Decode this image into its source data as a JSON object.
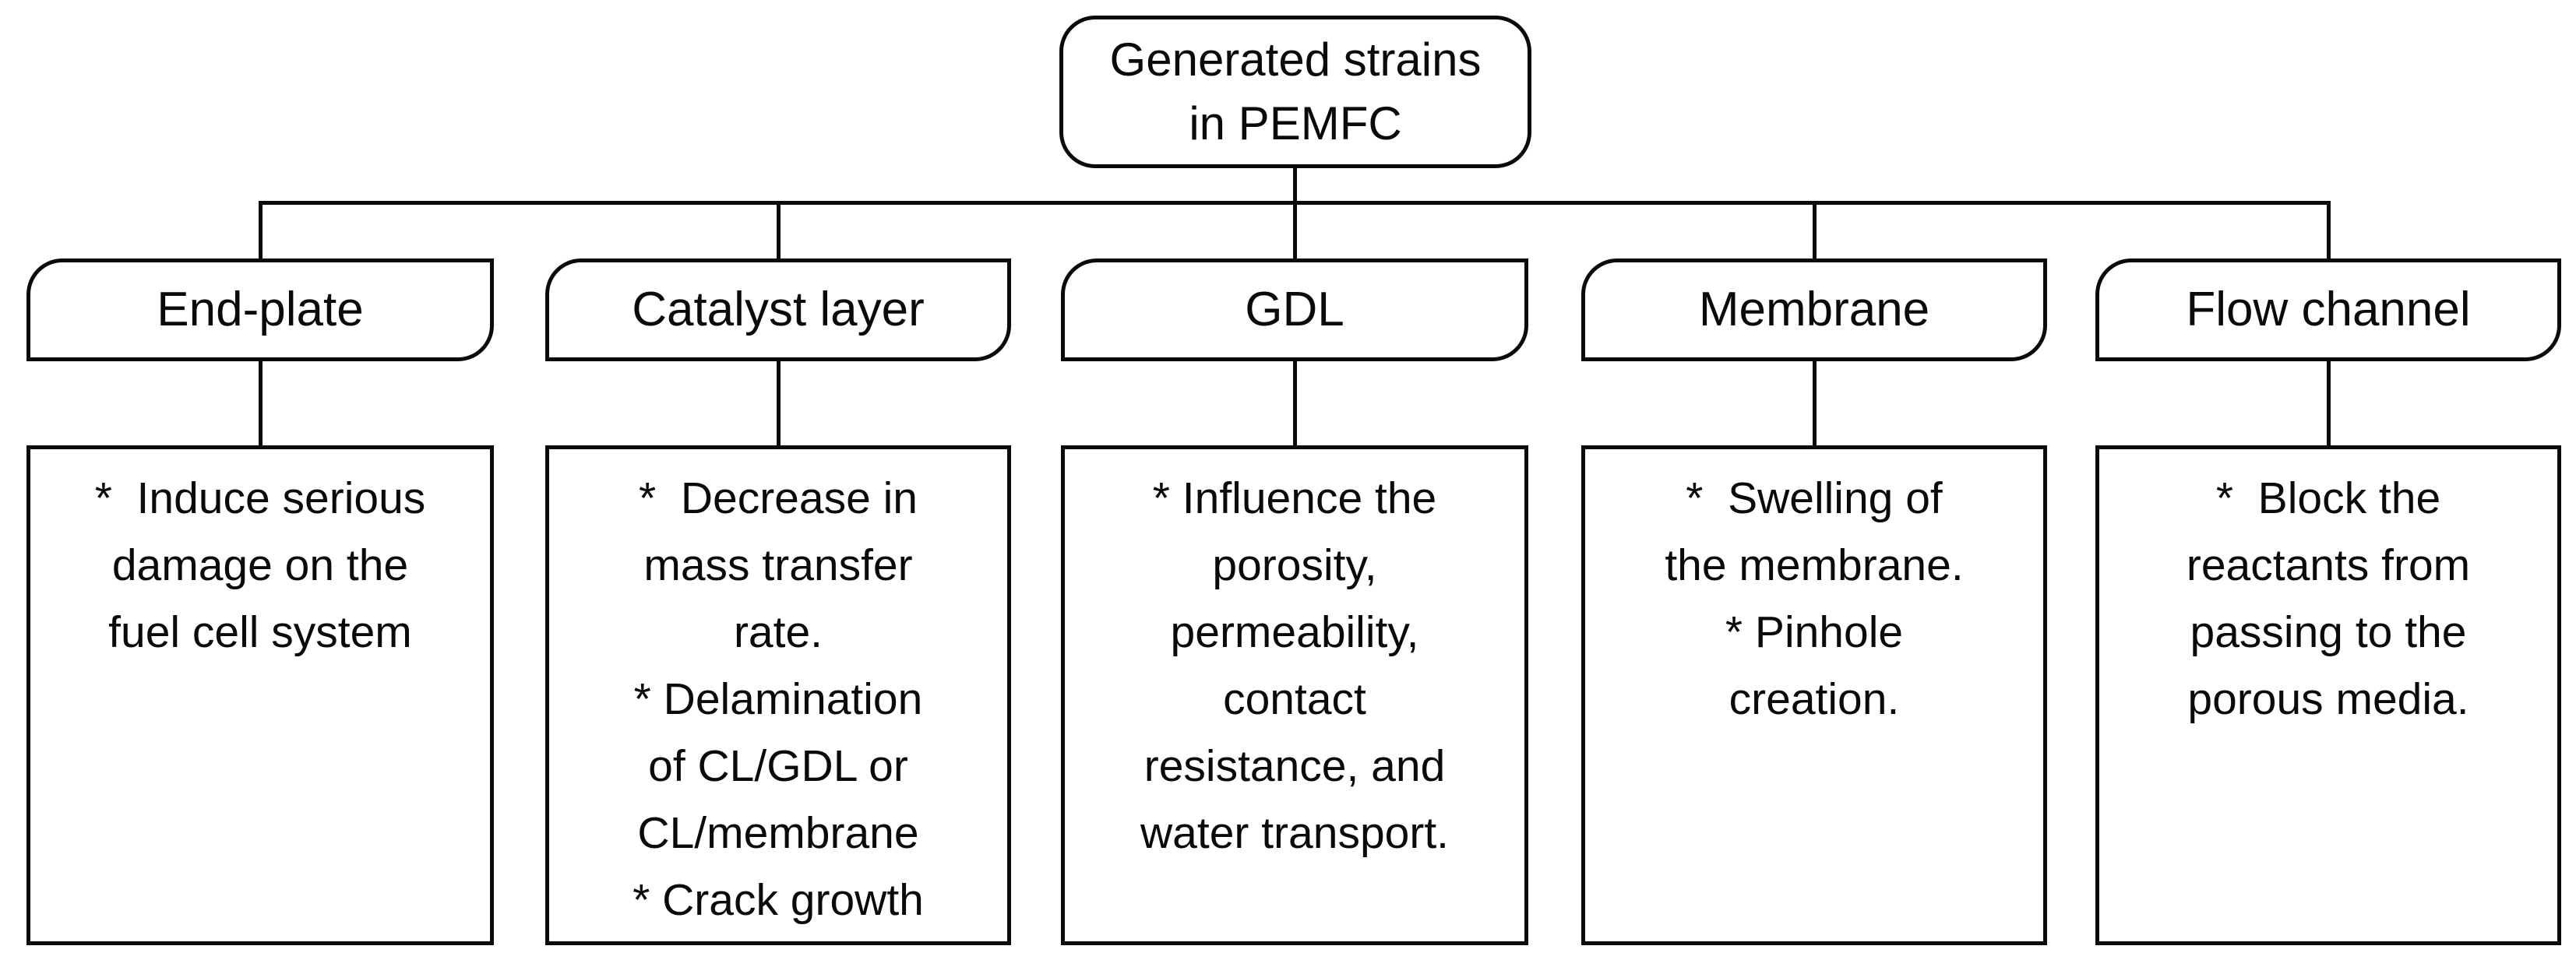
{
  "colors": {
    "line": "#0a0a0a",
    "background": "#ffffff"
  },
  "diagram": {
    "root": {
      "label": "Generated strains\nin PEMFC"
    },
    "branches": [
      {
        "label": "End-plate",
        "effects": "*  Induce serious\ndamage on the\nfuel cell system"
      },
      {
        "label": "Catalyst layer",
        "effects": "*  Decrease in\nmass transfer\nrate.\n* Delamination\nof CL/GDL or\nCL/membrane\n* Crack growth"
      },
      {
        "label": "GDL",
        "effects": "* Influence the\nporosity,\npermeability,\ncontact\nresistance, and\nwater transport."
      },
      {
        "label": "Membrane",
        "effects": "*  Swelling of\nthe membrane.\n* Pinhole\ncreation."
      },
      {
        "label": "Flow channel",
        "effects": "*  Block the\nreactants from\npassing to the\nporous media."
      }
    ]
  }
}
